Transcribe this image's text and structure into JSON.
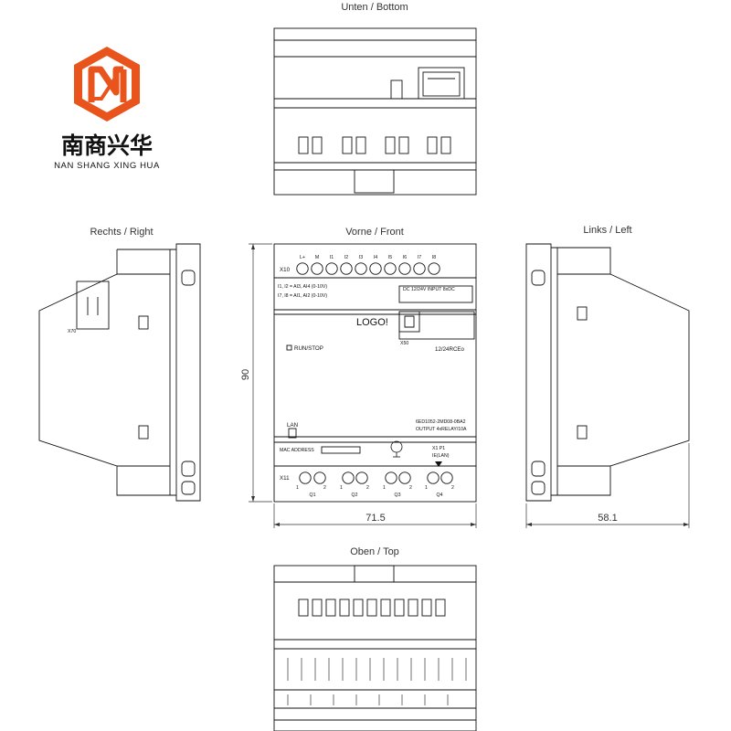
{
  "brand": {
    "name_cn": "南商兴华",
    "name_en": "NAN SHANG XING HUA",
    "accent": "#e8541c",
    "logo_icon": "hexagon-nh-logo-icon"
  },
  "views": {
    "bottom": "Unten / Bottom",
    "right": "Rechts / Right",
    "front": "Vorne / Front",
    "left": "Links / Left",
    "top": "Oben / Top"
  },
  "dimensions": {
    "width": "71.5",
    "height": "90",
    "depth": "58.1"
  },
  "front_panel": {
    "terminal_block_top": "X10",
    "input_terminals": [
      "L+",
      "M",
      "I1",
      "I2",
      "I3",
      "I4",
      "I5",
      "I6",
      "I7",
      "I8"
    ],
    "analog_line_1": "I1, I2 = AI3, AI4 (0-10V)",
    "analog_line_2": "I7, I8 = AI1, AI2 (0-10V)",
    "supply": "DC 12/24V  INPUT 8xDC",
    "logo_name": "LOGO!",
    "slot": "X50",
    "variant": "12/24RCEo",
    "run_stop": "RUN/STOP",
    "order_number": "6ED1052-2MD08-0BA2",
    "output": "OUTPUT 4xRELAY/10A",
    "lan": "LAN",
    "mac": "MAC ADDRESS",
    "port_label_1": "X1 P1",
    "port_label_2": "IE(LAN)",
    "terminal_block_bottom": "X11",
    "outputs": [
      "Q1",
      "Q2",
      "Q3",
      "Q4"
    ],
    "pin_1": "1",
    "pin_2": "2"
  },
  "side_panel": {
    "label": "X70"
  }
}
